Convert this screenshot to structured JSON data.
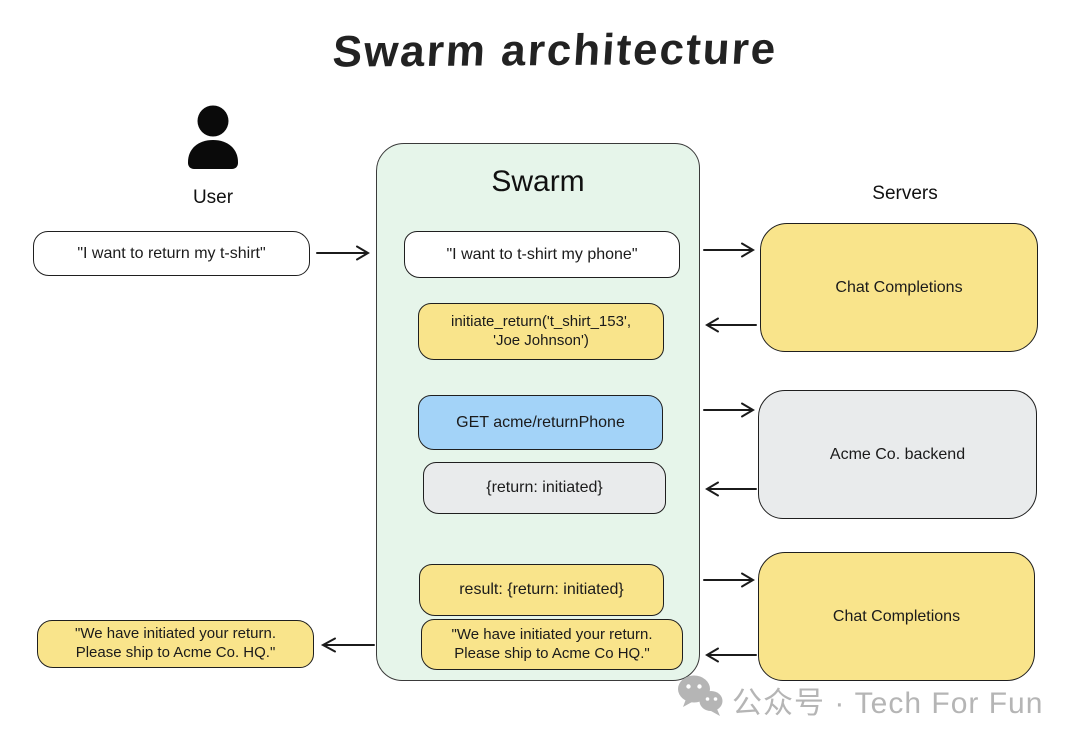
{
  "title": "Swarm architecture",
  "user": {
    "label": "User",
    "request": "\"I want to return my t-shirt\"",
    "response": {
      "line1": "\"We have initiated your return.",
      "line2": "Please ship to Acme Co. HQ.\""
    }
  },
  "swarm": {
    "title": "Swarm",
    "user_message": "\"I want to t-shirt my phone\"",
    "tool_call": {
      "line1": "initiate_return('t_shirt_153',",
      "line2": "'Joe Johnson')"
    },
    "api_call": "GET acme/returnPhone",
    "api_response": "{return: initiated}",
    "tool_result": "result: {return: initiated}",
    "final_response": {
      "line1": "\"We have initiated your return.",
      "line2": "Please ship to Acme Co HQ.\""
    }
  },
  "servers": {
    "label": "Servers",
    "items": [
      {
        "label": "Chat Completions"
      },
      {
        "label": "Acme Co. backend"
      },
      {
        "label": "Chat Completions"
      }
    ]
  },
  "watermark": {
    "text": "公众号 · Tech For Fun",
    "icon": "wechat-icon"
  },
  "colors": {
    "swarm_bg": "#e6f5ea",
    "box_yellow": "#f9e48b",
    "box_blue": "#a3d3f8",
    "box_gray": "#e9ebec",
    "box_white": "#ffffff",
    "border": "#1f1f1f",
    "watermark": "#b5b5b5"
  }
}
